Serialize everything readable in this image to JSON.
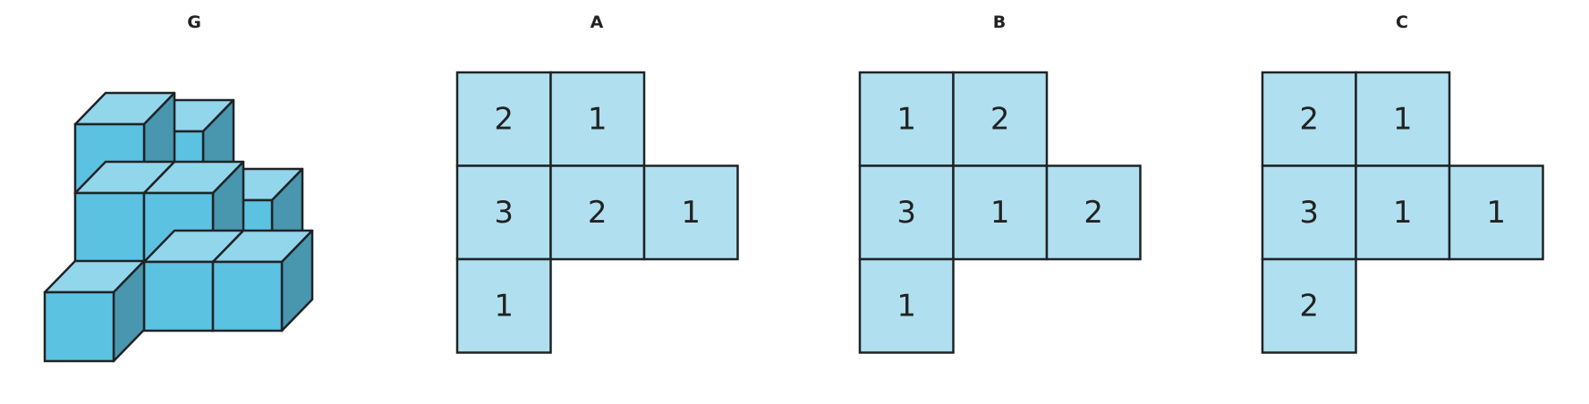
{
  "colors": {
    "cube_top": "#92d6ec",
    "cube_front": "#5bc2e2",
    "cube_side": "#4996af",
    "grid_cell": "#b0e0ef",
    "stroke": "#1f2326",
    "text": "#222222"
  },
  "panels": [
    {
      "id": "G",
      "title": "G",
      "type": "isometric-cube-stack"
    },
    {
      "id": "A",
      "title": "A",
      "type": "top-view-grid",
      "cells": [
        {
          "row": 0,
          "col": 0,
          "value": "2"
        },
        {
          "row": 0,
          "col": 1,
          "value": "1"
        },
        {
          "row": 1,
          "col": 0,
          "value": "3"
        },
        {
          "row": 1,
          "col": 1,
          "value": "2"
        },
        {
          "row": 1,
          "col": 2,
          "value": "1"
        },
        {
          "row": 2,
          "col": 0,
          "value": "1"
        }
      ]
    },
    {
      "id": "B",
      "title": "B",
      "type": "top-view-grid",
      "cells": [
        {
          "row": 0,
          "col": 0,
          "value": "1"
        },
        {
          "row": 0,
          "col": 1,
          "value": "2"
        },
        {
          "row": 1,
          "col": 0,
          "value": "3"
        },
        {
          "row": 1,
          "col": 1,
          "value": "1"
        },
        {
          "row": 1,
          "col": 2,
          "value": "2"
        },
        {
          "row": 2,
          "col": 0,
          "value": "1"
        }
      ]
    },
    {
      "id": "C",
      "title": "C",
      "type": "top-view-grid",
      "cells": [
        {
          "row": 0,
          "col": 0,
          "value": "2"
        },
        {
          "row": 0,
          "col": 1,
          "value": "1"
        },
        {
          "row": 1,
          "col": 0,
          "value": "3"
        },
        {
          "row": 1,
          "col": 1,
          "value": "1"
        },
        {
          "row": 1,
          "col": 2,
          "value": "1"
        },
        {
          "row": 2,
          "col": 0,
          "value": "2"
        }
      ]
    }
  ]
}
